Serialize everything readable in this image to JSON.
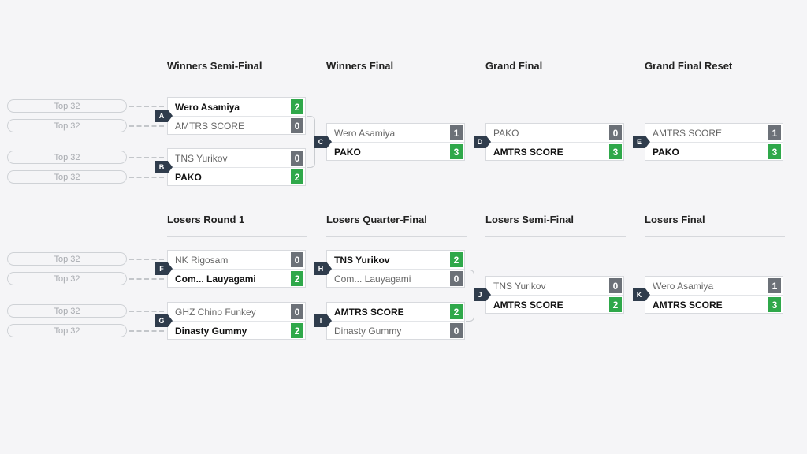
{
  "rounds": {
    "ws": "Winners Semi-Final",
    "wf": "Winners Final",
    "gf": "Grand Final",
    "gfr": "Grand Final Reset",
    "lr1": "Losers Round 1",
    "lqf": "Losers Quarter-Final",
    "lsf": "Losers Semi-Final",
    "lf": "Losers Final"
  },
  "placeholder": "Top 32",
  "colors": {
    "win": "#2fa84a",
    "lose": "#6c7178",
    "tag": "#2f3c4c"
  },
  "matches": {
    "A": {
      "label": "A",
      "top": {
        "name": "Wero Asamiya",
        "score": "2"
      },
      "bottom": {
        "name": "AMTRS SCORE",
        "score": "0"
      }
    },
    "B": {
      "label": "B",
      "top": {
        "name": "TNS Yurikov",
        "score": "0"
      },
      "bottom": {
        "name": "PAKO",
        "score": "2"
      }
    },
    "C": {
      "label": "C",
      "top": {
        "name": "Wero Asamiya",
        "score": "1"
      },
      "bottom": {
        "name": "PAKO",
        "score": "3"
      }
    },
    "D": {
      "label": "D",
      "top": {
        "name": "PAKO",
        "score": "0"
      },
      "bottom": {
        "name": "AMTRS SCORE",
        "score": "3"
      }
    },
    "E": {
      "label": "E",
      "top": {
        "name": "AMTRS SCORE",
        "score": "1"
      },
      "bottom": {
        "name": "PAKO",
        "score": "3"
      }
    },
    "F": {
      "label": "F",
      "top": {
        "name": "NK Rigosam",
        "score": "0"
      },
      "bottom": {
        "name": "Com... Lauyagami",
        "score": "2"
      }
    },
    "G": {
      "label": "G",
      "top": {
        "name": "GHZ Chino Funkey",
        "score": "0"
      },
      "bottom": {
        "name": "Dinasty Gummy",
        "score": "2"
      }
    },
    "H": {
      "label": "H",
      "top": {
        "name": "TNS Yurikov",
        "score": "2"
      },
      "bottom": {
        "name": "Com... Lauyagami",
        "score": "0"
      }
    },
    "I": {
      "label": "I",
      "top": {
        "name": "AMTRS SCORE",
        "score": "2"
      },
      "bottom": {
        "name": "Dinasty Gummy",
        "score": "0"
      }
    },
    "J": {
      "label": "J",
      "top": {
        "name": "TNS Yurikov",
        "score": "0"
      },
      "bottom": {
        "name": "AMTRS SCORE",
        "score": "2"
      }
    },
    "K": {
      "label": "K",
      "top": {
        "name": "Wero Asamiya",
        "score": "1"
      },
      "bottom": {
        "name": "AMTRS SCORE",
        "score": "3"
      }
    }
  }
}
